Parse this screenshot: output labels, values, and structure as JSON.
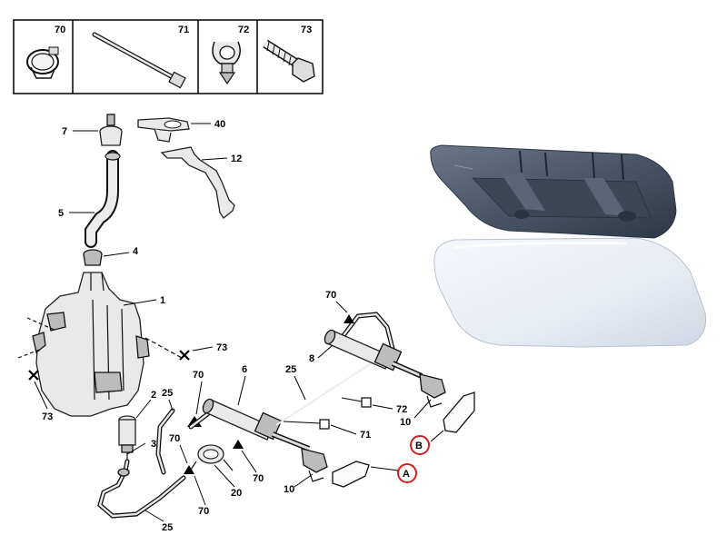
{
  "legend_boxes": [
    {
      "number": "70",
      "icon": "hose-clamp-icon"
    },
    {
      "number": "71",
      "icon": "cable-tie-icon"
    },
    {
      "number": "72",
      "icon": "hose-clip-icon"
    },
    {
      "number": "73",
      "icon": "bolt-icon"
    }
  ],
  "labels": {
    "p7": "7",
    "p40": "40",
    "p12": "12",
    "p5": "5",
    "p4": "4",
    "p1": "1",
    "p73a": "73",
    "p73b": "73",
    "p2": "2",
    "p25a": "25",
    "p3": "3",
    "p25b": "25",
    "p70a": "70",
    "p6a": "6",
    "p25c": "25",
    "p70b": "70",
    "p8": "8",
    "p72": "72",
    "p71": "71",
    "p10a": "10",
    "p70c": "70",
    "p70d": "70",
    "p20": "20",
    "p70e": "70",
    "p10b": "10"
  },
  "callouts": {
    "a": "A",
    "b": "B"
  },
  "colors": {
    "callout_ring": "#d42020",
    "cover_dark": "#4a5668",
    "cover_light": "#e7ecf3"
  }
}
